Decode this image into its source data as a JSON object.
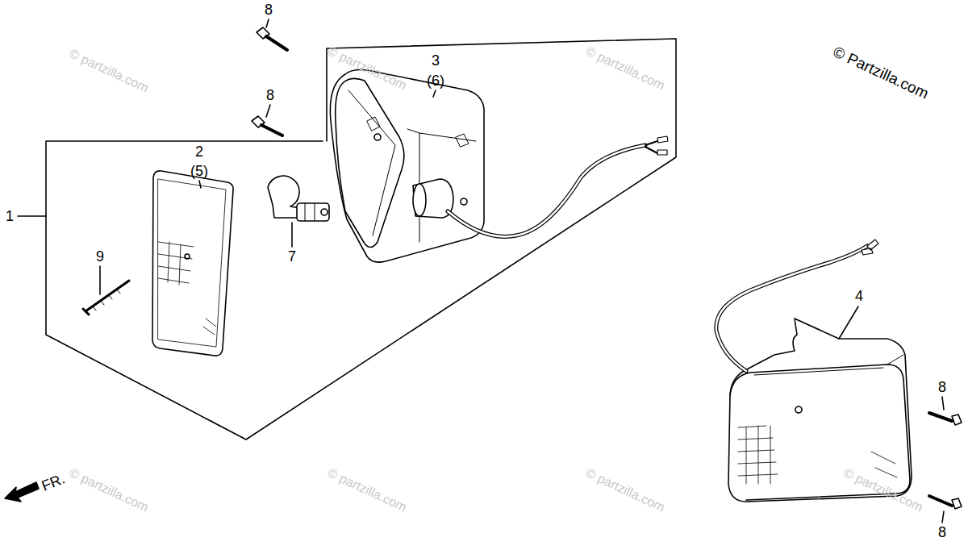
{
  "diagram": {
    "labels": [
      "8",
      "8",
      "3",
      "(6)",
      "2",
      "(5)",
      "1",
      "9",
      "7",
      "4",
      "8",
      "8",
      "FR.",
      "© Partzilla.com",
      "© partzilla.com",
      "© partzilla.com",
      "© partzilla.com",
      "© partzilla.com",
      "© partzilla.com",
      "© partzilla.com",
      "© partzilla.com"
    ]
  }
}
